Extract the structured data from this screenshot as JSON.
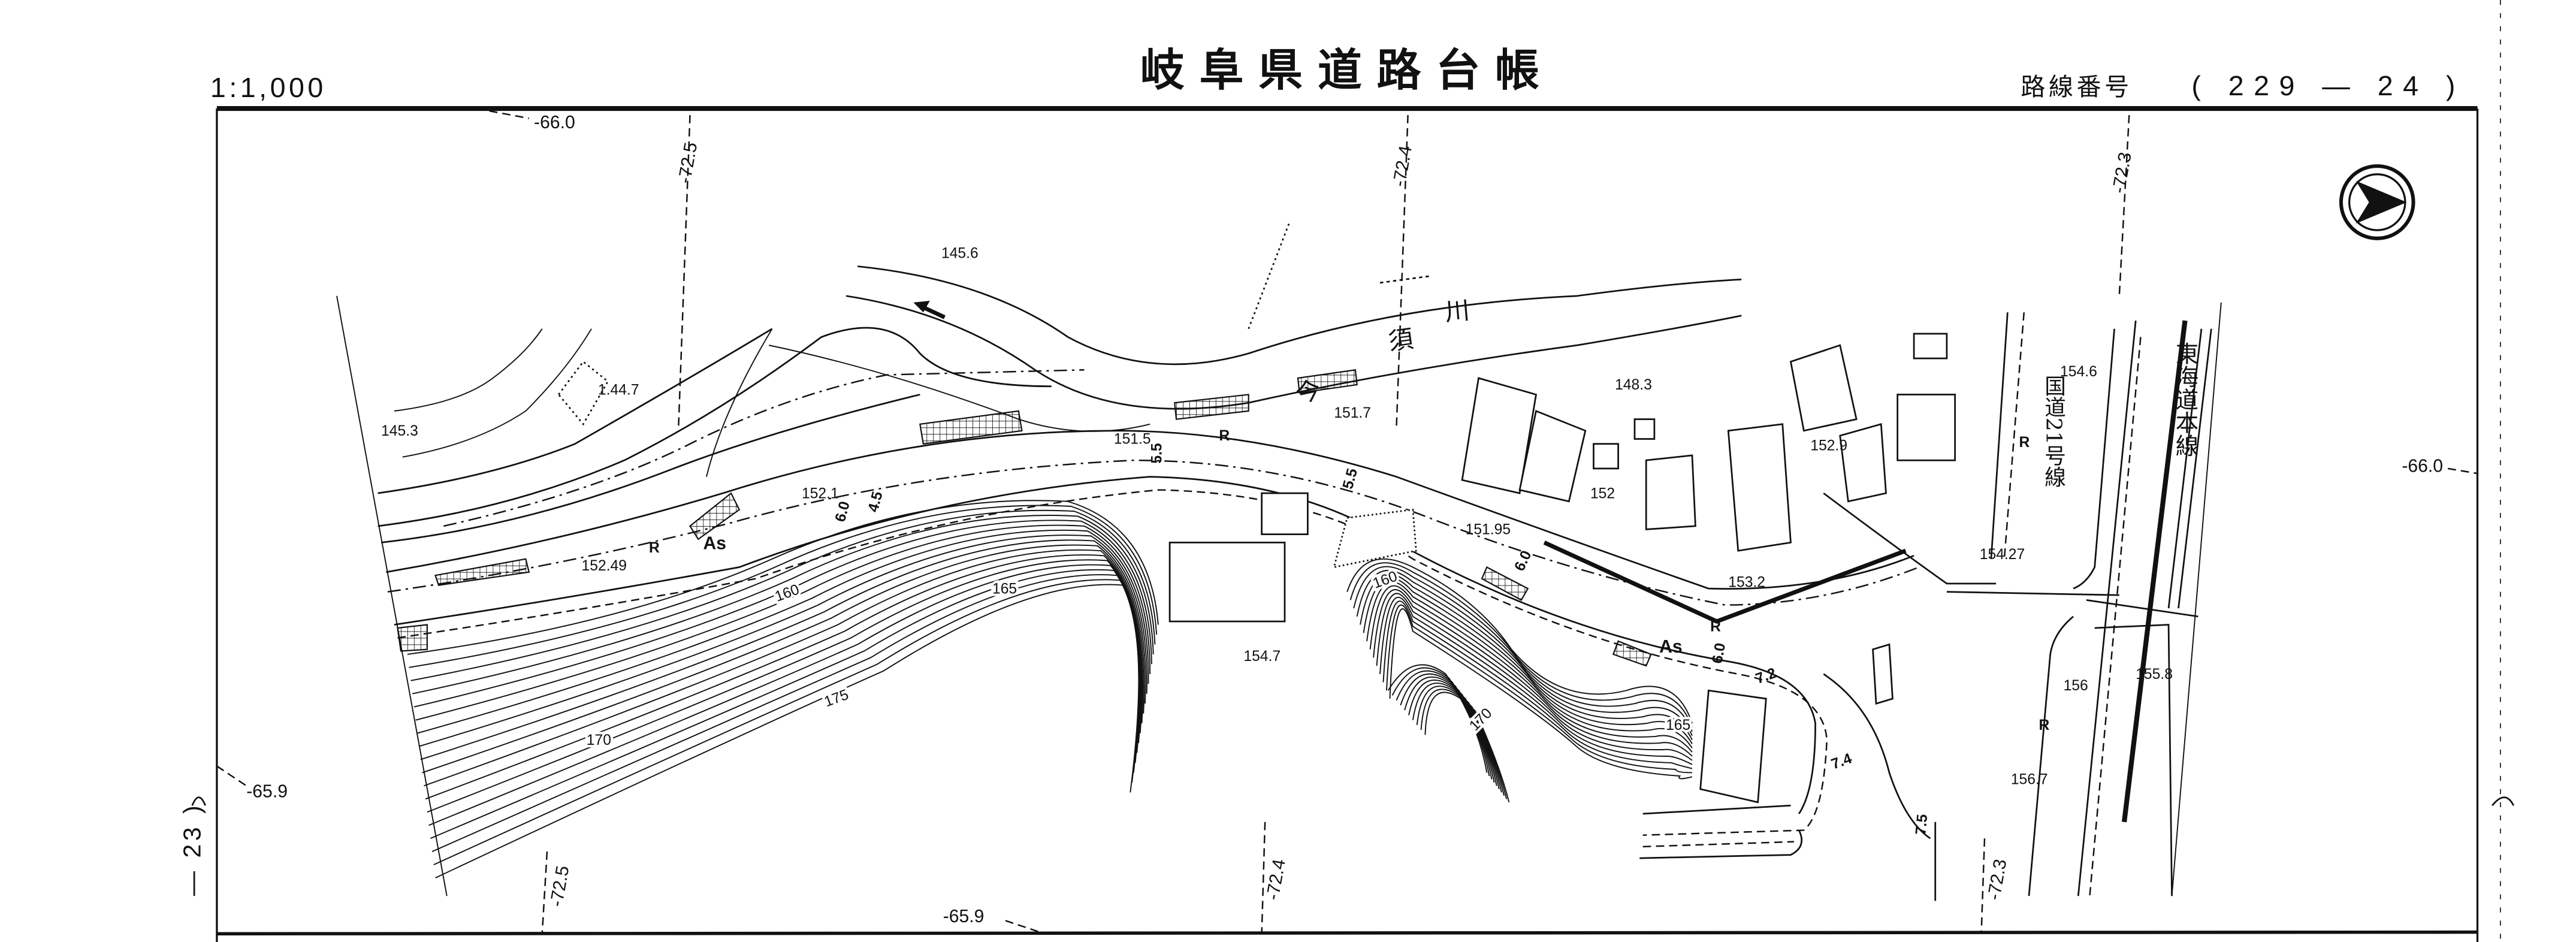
{
  "header": {
    "scale": "1:1,000",
    "title": "岐阜県道路台帳",
    "route_label": "路線番号",
    "route_number": "( 229 — 24 )"
  },
  "sheet_number": "— 23 )",
  "grid_labels": [
    "-66.0",
    "-72.5",
    "-72.4",
    "-72.3",
    "-66.0",
    "-65.9",
    "-72.5",
    "-72.4",
    "-72.3",
    "-65.9"
  ],
  "spot_heights": [
    "145.6",
    "1.44.7",
    "145.3",
    "152.49",
    "152.1",
    "151.5",
    "151.7",
    "148.3",
    "152.9",
    "152",
    "151.95",
    "153.2",
    "154.27",
    "154.6",
    "154.7",
    "156",
    "155.8",
    "156.7"
  ],
  "contour_labels": [
    "160",
    "165",
    "175",
    "170",
    "160",
    "170",
    "165"
  ],
  "place_names": {
    "river": [
      "今",
      "須",
      "川"
    ],
    "national_road": "国道21号線",
    "railway": "東海道本線"
  },
  "road_marks": [
    "As",
    "As",
    "R",
    "R",
    "R",
    "R",
    "R"
  ],
  "width_labels": [
    "6.0",
    "4.5",
    "5.5",
    "5.5",
    "6.0",
    "6.0",
    "7.2",
    "7.4",
    "7.5"
  ],
  "icons": {
    "north_arrow": "north-arrow-icon"
  },
  "colors": {
    "ink": "#111111",
    "paper": "#ffffff"
  }
}
